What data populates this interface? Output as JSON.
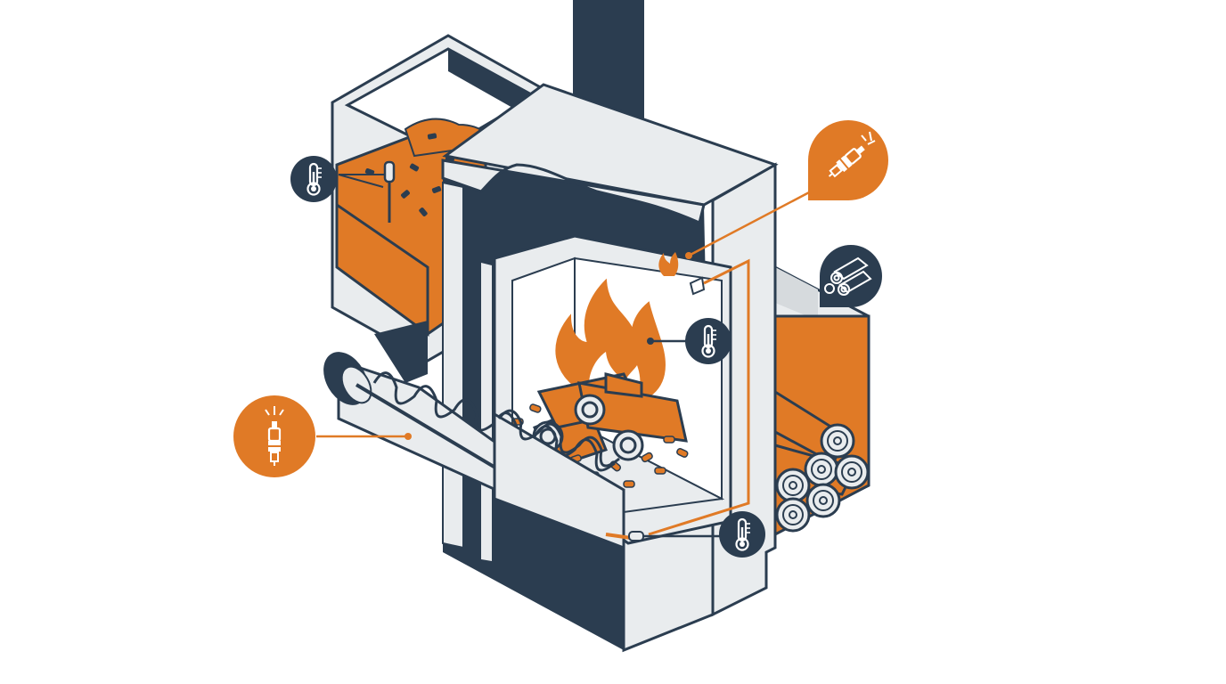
{
  "colors": {
    "navy": "#2b3d50",
    "orange": "#e07a26",
    "light_gray": "#e9ecee",
    "mid_gray": "#d6dadd",
    "white": "#ffffff"
  },
  "callouts": [
    {
      "name": "hopper-temperature-sensor",
      "icon": "thermometer-icon",
      "style": "navy"
    },
    {
      "name": "igniter-callout-top",
      "icon": "spark-plug-icon",
      "style": "orange"
    },
    {
      "name": "log-storage-callout",
      "icon": "logs-icon",
      "style": "navy"
    },
    {
      "name": "firebox-temperature-sensor",
      "icon": "thermometer-icon",
      "style": "navy"
    },
    {
      "name": "auger-igniter-callout",
      "icon": "spark-plug-icon",
      "style": "orange"
    },
    {
      "name": "auger-temperature-sensor",
      "icon": "thermometer-icon",
      "style": "navy"
    }
  ]
}
